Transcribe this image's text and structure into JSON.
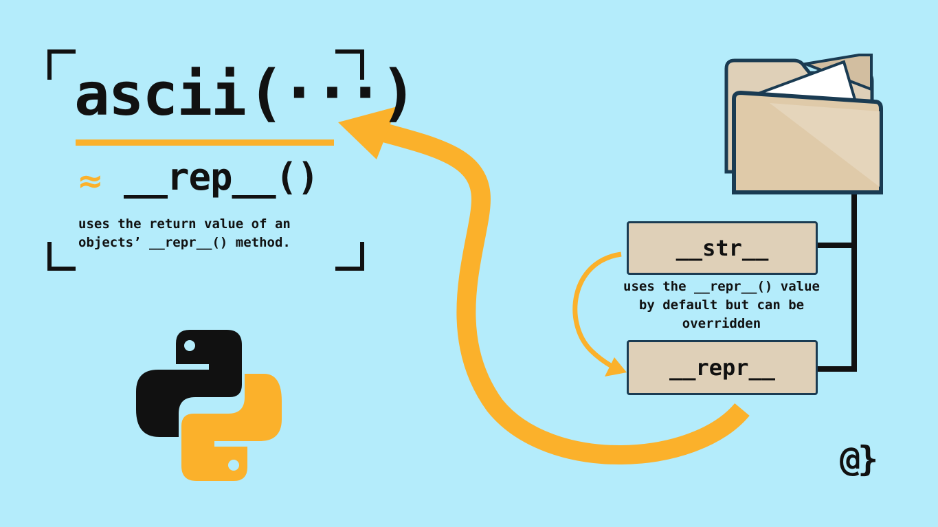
{
  "header": {
    "function_name": "ascii",
    "function_args": "(···)",
    "approx_symbol": "≈",
    "equivalent": "__rep__()",
    "description_line1": "uses the return value of an",
    "description_line2": "objects’ __repr__() method."
  },
  "diagram": {
    "str_box": "__str__",
    "repr_box": "__repr__",
    "note_line1": "uses the __repr__() value",
    "note_line2": "by default but can be",
    "note_line3": "overridden"
  },
  "brand": {
    "logo_text": "@}"
  },
  "colors": {
    "background": "#b4ecfb",
    "accent": "#fbb12b",
    "box_fill": "#dfd0b8",
    "box_border": "#1a3b52",
    "text": "#111111"
  },
  "icons": [
    "python-logo-icon",
    "folder-icon"
  ]
}
